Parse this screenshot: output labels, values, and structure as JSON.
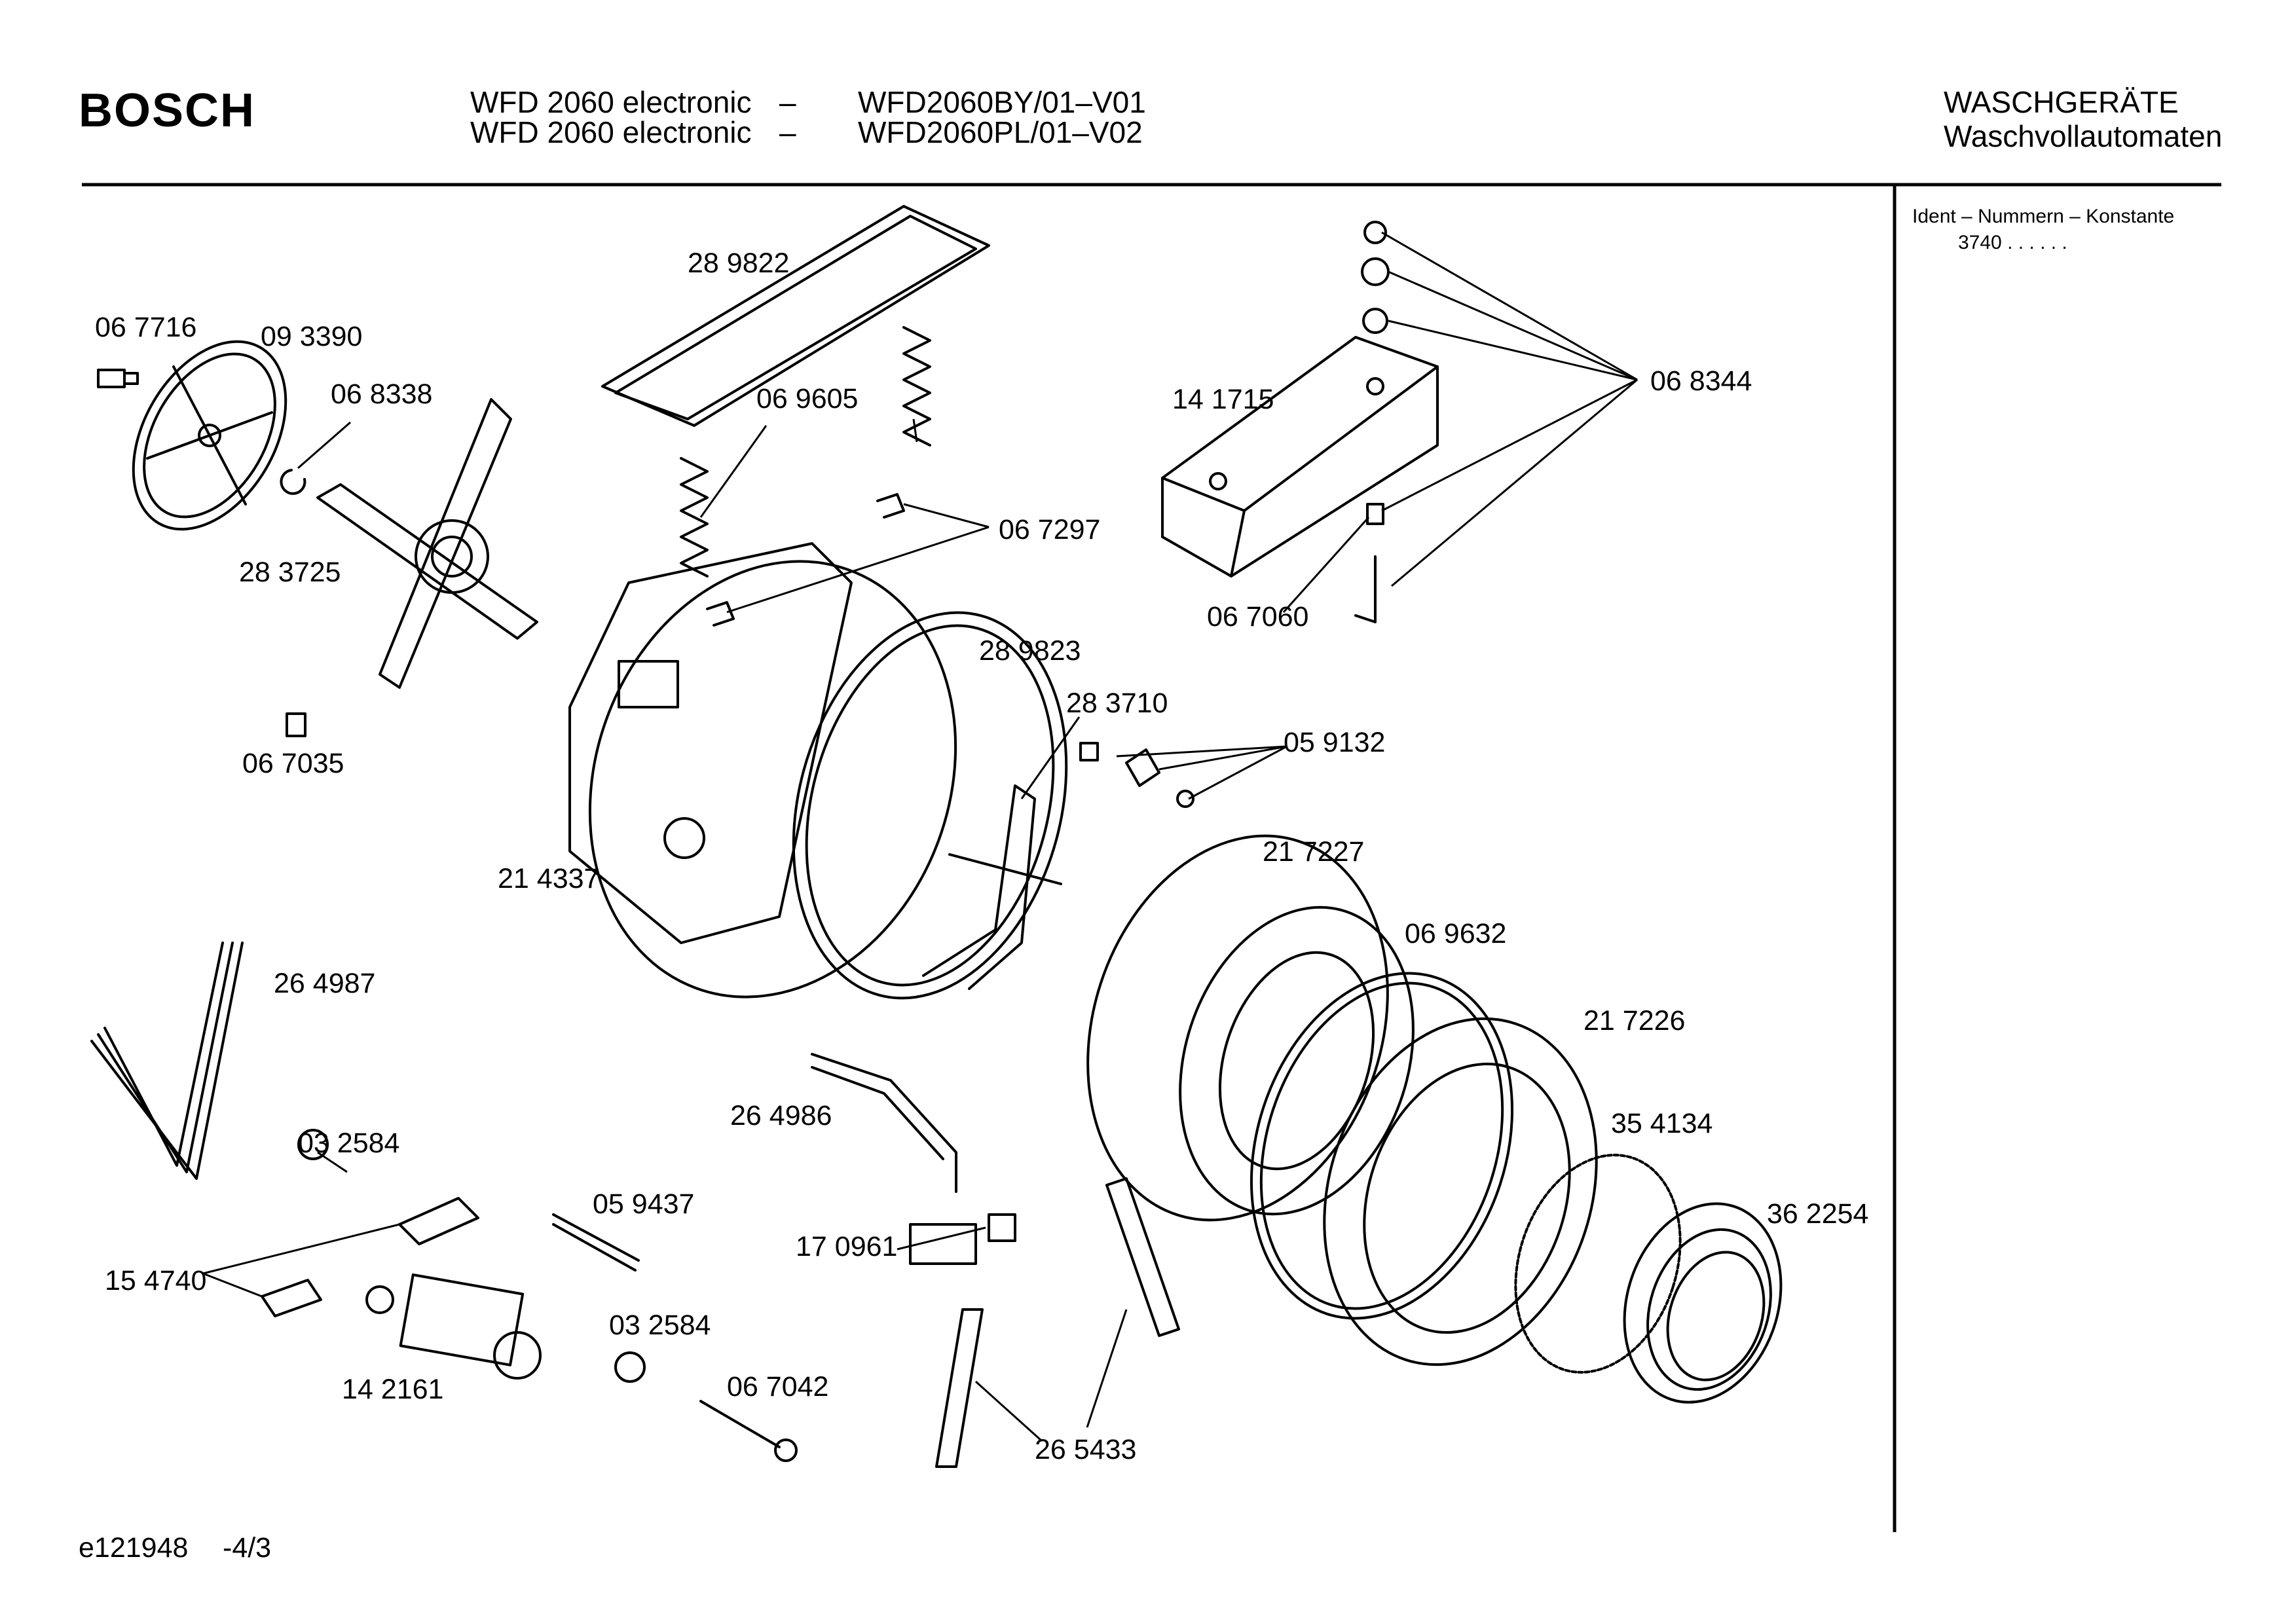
{
  "header": {
    "brand": "BOSCH",
    "model_line_1": "WFD 2060 electronic",
    "dash_1": "–",
    "part_code_1": "WFD2060BY/01–V01",
    "model_line_2": "WFD 2060 electronic",
    "dash_2": "–",
    "part_code_2": "WFD2060PL/01–V02",
    "category": "WASCHGERÄTE",
    "subcategory": "Waschvollautomaten"
  },
  "sidebar": {
    "ident_title": "Ident – Nummern – Konstante",
    "ident_value": "3740 . .   . . . .",
    "reading": "3740"
  },
  "footer": {
    "doc_id": "e121948",
    "page": "-4/3"
  },
  "parts": [
    {
      "id": "289822",
      "label": "28 9822"
    },
    {
      "id": "067716",
      "label": "06 7716"
    },
    {
      "id": "093390",
      "label": "09 3390"
    },
    {
      "id": "068338",
      "label": "06 8338"
    },
    {
      "id": "069605",
      "label": "06 9605"
    },
    {
      "id": "141715",
      "label": "14 1715"
    },
    {
      "id": "068344",
      "label": "06 8344"
    },
    {
      "id": "067297",
      "label": "06 7297"
    },
    {
      "id": "283725",
      "label": "28 3725"
    },
    {
      "id": "067060",
      "label": "06 7060"
    },
    {
      "id": "289823",
      "label": "28 9823"
    },
    {
      "id": "283710",
      "label": "28 3710"
    },
    {
      "id": "067035",
      "label": "06 7035"
    },
    {
      "id": "059132",
      "label": "05 9132"
    },
    {
      "id": "217227",
      "label": "21 7227"
    },
    {
      "id": "214337",
      "label": "21 4337"
    },
    {
      "id": "069632",
      "label": "06 9632"
    },
    {
      "id": "264987",
      "label": "26 4987"
    },
    {
      "id": "217226",
      "label": "21 7226"
    },
    {
      "id": "264986",
      "label": "26 4986"
    },
    {
      "id": "354134",
      "label": "35 4134"
    },
    {
      "id": "032584a",
      "label": "03 2584"
    },
    {
      "id": "362254",
      "label": "36 2254"
    },
    {
      "id": "059437",
      "label": "05 9437"
    },
    {
      "id": "170961",
      "label": "17 0961"
    },
    {
      "id": "154740",
      "label": "15 4740"
    },
    {
      "id": "032584b",
      "label": "03 2584"
    },
    {
      "id": "067042",
      "label": "06 7042"
    },
    {
      "id": "142161",
      "label": "14 2161"
    },
    {
      "id": "265433",
      "label": "26 5433"
    }
  ]
}
